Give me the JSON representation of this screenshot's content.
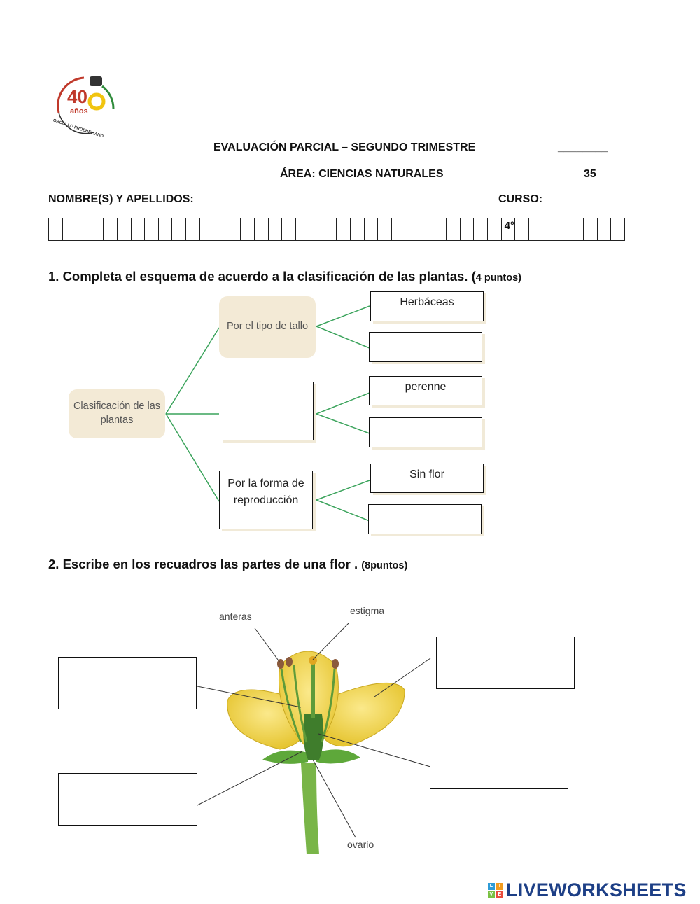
{
  "logo": {
    "number": "40",
    "word": "años",
    "ring_text": "ORGULLO FROEBELIANO"
  },
  "header": {
    "title": "EVALUACIÓN PARCIAL – SEGUNDO TRIMESTRE",
    "score_blank": "________",
    "area": "ÁREA: CIENCIAS NATURALES",
    "score_total": "35",
    "name_label": "NOMBRE(S) Y APELLIDOS:",
    "course_label": "CURSO:",
    "course_value": "4°"
  },
  "question1": {
    "text": "1. Completa el esquema de acuerdo a la clasificación de las plantas. (",
    "points": "4 puntos)",
    "root": "Clasificación de las plantas",
    "branch_stem": "Por el tipo de tallo",
    "branch_reproduction": "Por la forma de reproducción",
    "leaf_herbaceas": "Herbáceas",
    "leaf_perenne": "perenne",
    "leaf_sin_flor": "Sin flor"
  },
  "question2": {
    "text": "2. Escribe en los recuadros las partes de una flor . ",
    "points": "(8puntos)",
    "label_anteras": "anteras",
    "label_estigma": "estigma",
    "label_ovario": "ovario"
  },
  "footer": {
    "brand": "LIVEWORKSHEETS",
    "squares": [
      "L",
      "I",
      "V",
      "E"
    ]
  },
  "colors": {
    "connector": "#3aa35b",
    "beige": "#f3ead6",
    "brand": "#1d3f86"
  }
}
